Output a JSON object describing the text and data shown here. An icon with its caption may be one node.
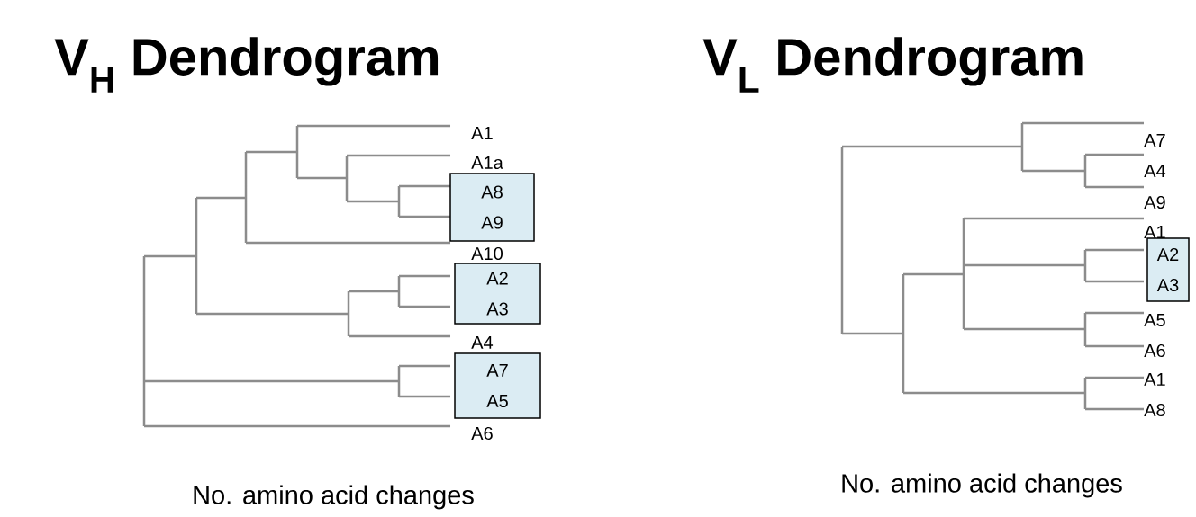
{
  "diagram": {
    "nodes": [
      {
        "text": [
          "A8",
          "A9"
        ]
      },
      {
        "text": [
          "A2",
          "A3"
        ]
      },
      {
        "text": [
          "A7",
          "A5"
        ]
      },
      {
        "text": [
          "A2",
          "A3"
        ]
      }
    ],
    "labels": [
      "V$_{H}$ Dendrogram",
      "A1",
      "A1a",
      "A10",
      "A4",
      "A6",
      "No. amino acid changes",
      "V$_{L}$ Dendrogram",
      "A7",
      "A4",
      "A9",
      "A1",
      "A5",
      "A6",
      "A1",
      "A8",
      "No. amino acid changes"
    ]
  }
}
